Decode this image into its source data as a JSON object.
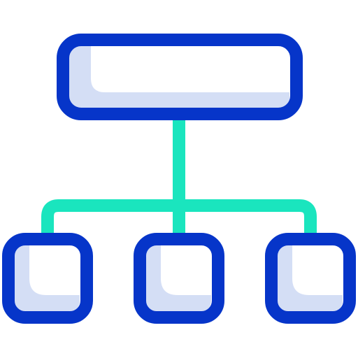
{
  "icon": {
    "name": "sitemap-hierarchy-icon",
    "colors": {
      "outline": "#0635C9",
      "fill": "#D4DEF5",
      "connector": "#1AE5BE"
    },
    "boxes": [
      "parent-box",
      "child-box-left",
      "child-box-center",
      "child-box-right"
    ]
  }
}
